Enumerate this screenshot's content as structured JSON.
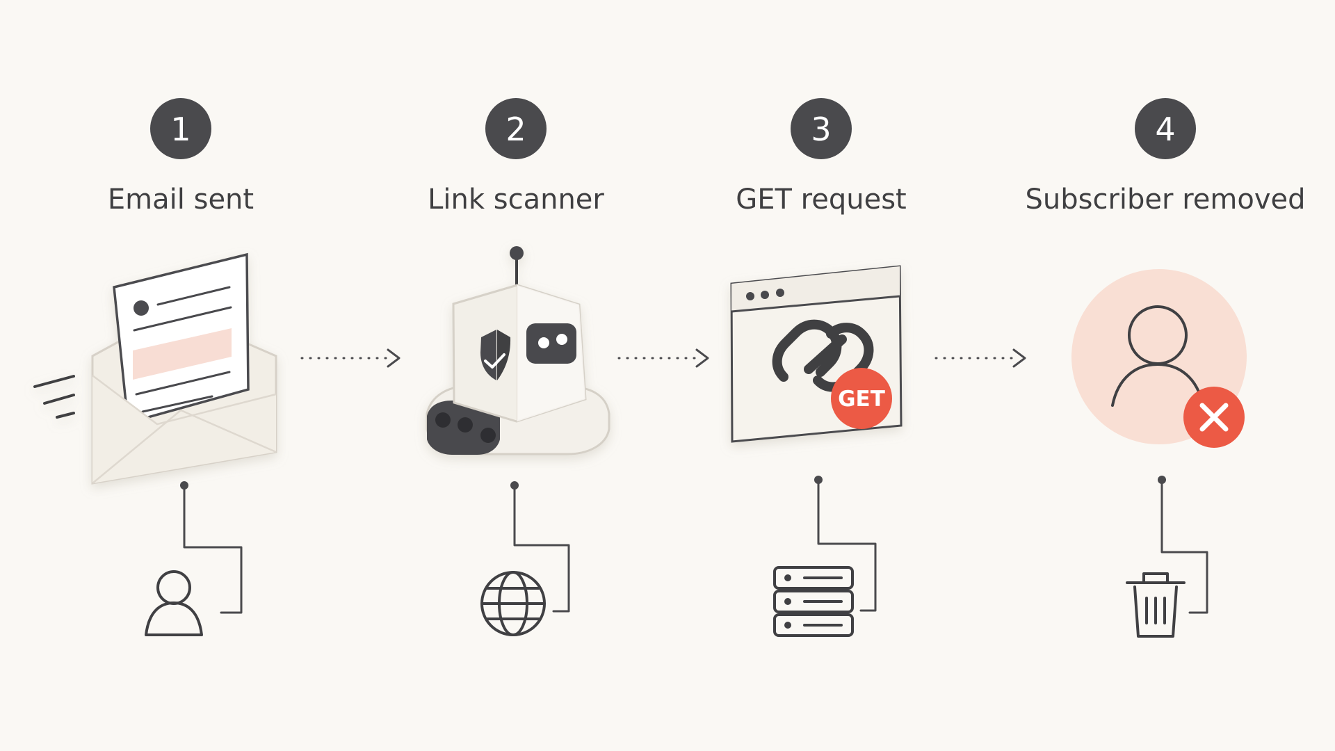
{
  "steps": [
    {
      "number": "1",
      "title": "Email sent",
      "main_icon": "envelope-icon",
      "sub_icon": "user-icon"
    },
    {
      "number": "2",
      "title": "Link scanner",
      "main_icon": "robot-icon",
      "sub_icon": "globe-icon"
    },
    {
      "number": "3",
      "title": "GET request",
      "main_icon": "browser-icon",
      "sub_icon": "server-icon",
      "badge": "GET"
    },
    {
      "number": "4",
      "title": "Subscriber removed",
      "main_icon": "user-removed-icon",
      "sub_icon": "trash-icon"
    }
  ],
  "colors": {
    "background": "#faf8f4",
    "dark": "#4a4a4d",
    "text": "#3f3f41",
    "accent": "#ec5a45",
    "accent_soft": "#f9dfd4",
    "paper": "#f4f0e8"
  }
}
